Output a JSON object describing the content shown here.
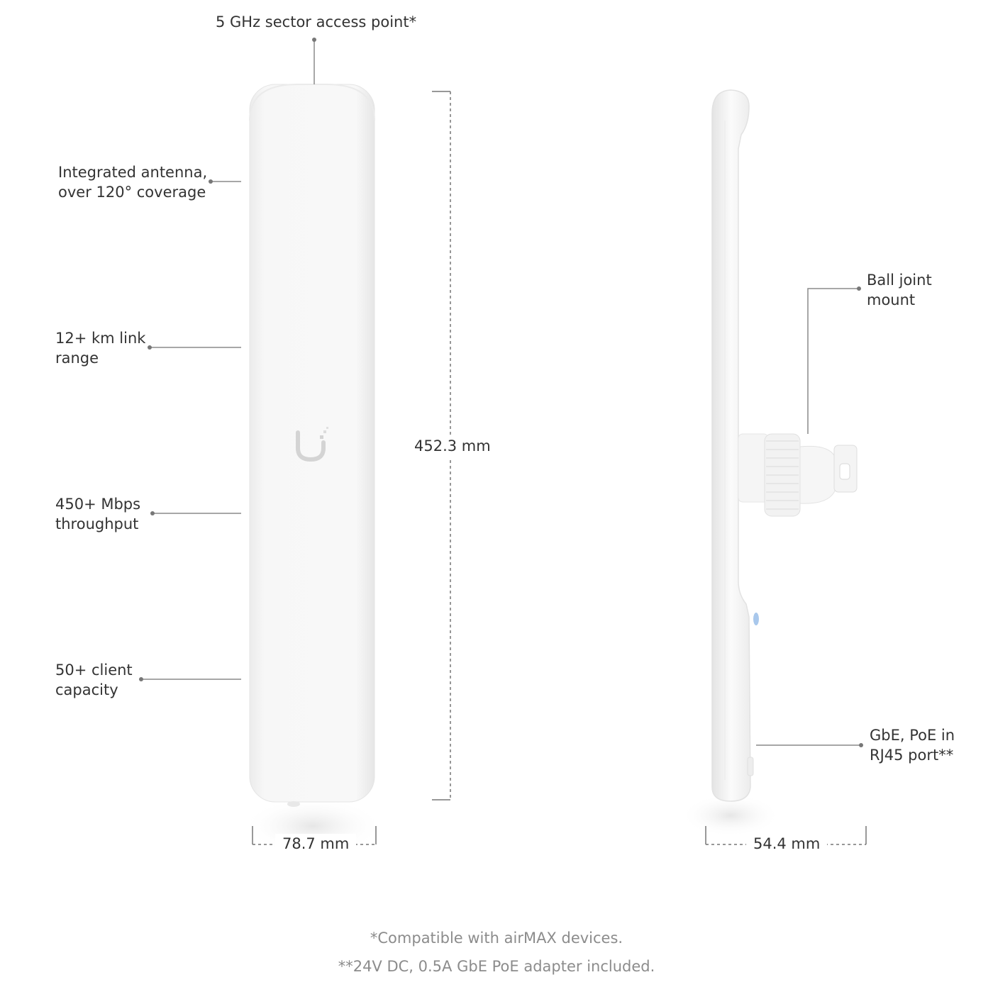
{
  "callouts": {
    "top": "5 GHz sector access point*",
    "antenna": [
      "Integrated antenna,",
      "over 120° coverage"
    ],
    "range": [
      "12+ km link",
      "range"
    ],
    "throughput": [
      "450+ Mbps",
      "throughput"
    ],
    "clients": [
      "50+ client",
      "capacity"
    ],
    "mount": [
      "Ball joint",
      "mount"
    ],
    "port": [
      "GbE, PoE in",
      "RJ45 port**"
    ]
  },
  "dimensions": {
    "height": "452.3 mm",
    "front_width": "78.7 mm",
    "side_depth": "54.4 mm"
  },
  "footnotes": [
    "*Compatible with airMAX devices.",
    "**24V DC, 0.5A GbE PoE adapter included."
  ],
  "colors": {
    "device": "#f4f4f4",
    "device_edge": "#e2e2e2",
    "leader": "#777777",
    "logo": "#d4d4d4",
    "led": "#a9c8ec"
  }
}
